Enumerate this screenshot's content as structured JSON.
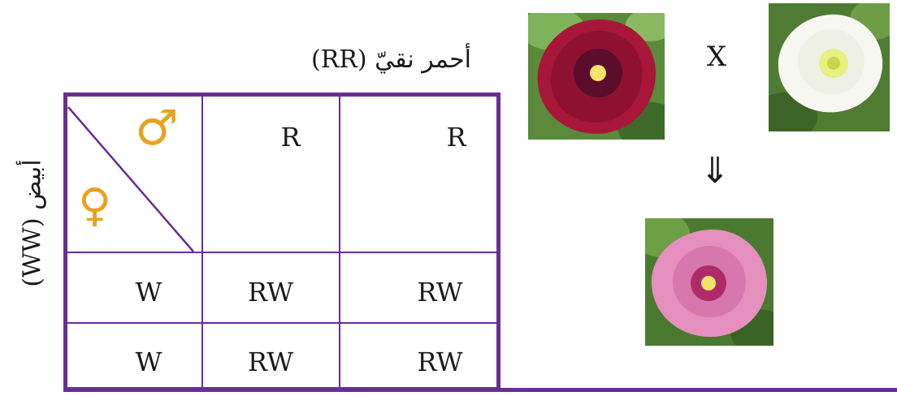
{
  "labels": {
    "male_parent": "أحمر نقيّ (RR)",
    "female_parent": "أبيض (WW)",
    "cross_symbol": "X",
    "arrow": "⇓"
  },
  "punnett": {
    "male_gametes": [
      "R",
      "R"
    ],
    "female_gametes": [
      "W",
      "W"
    ],
    "offspring": [
      [
        "RW",
        "RW"
      ],
      [
        "RW",
        "RW"
      ]
    ],
    "male_symbol": "♂",
    "female_symbol": "♀"
  },
  "colors": {
    "grid": "#6a2d91",
    "symbols": "#e7a21f",
    "red_flower": "#a8173a",
    "white_flower": "#f7f7f2",
    "pink_flower": "#e58fbf"
  }
}
